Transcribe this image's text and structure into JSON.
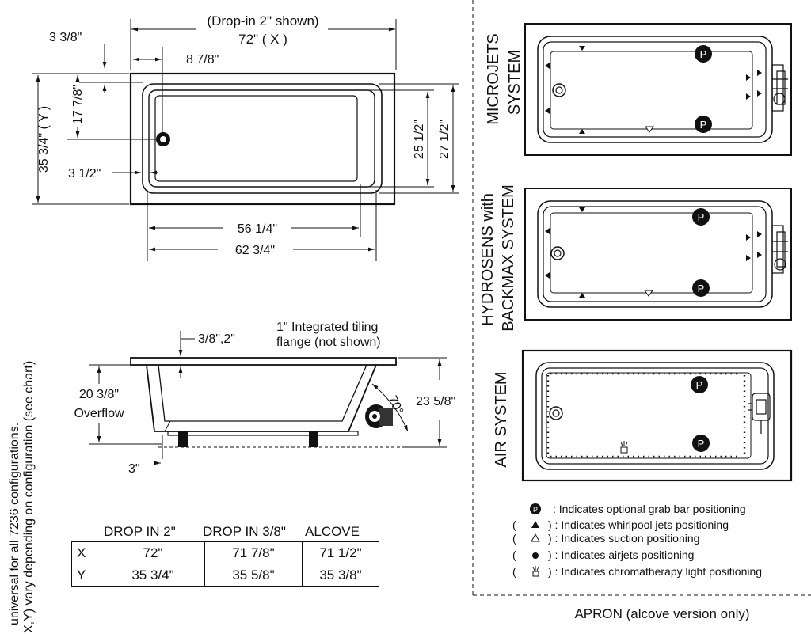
{
  "top_view": {
    "note": "(Drop-in 2\" shown)",
    "width": "72\" ( X )",
    "d_3_3_8": "3 3/8\"",
    "d_8_7_8": "8 7/8\"",
    "d_17_7_8": "17 7/8\"",
    "d_35_3_4": "35 3/4\" ( Y )",
    "d_3_1_2": "3 1/2\"",
    "d_25_1_2": "25 1/2\"",
    "d_27_1_2": "27 1/2\"",
    "d_56_1_4": "56 1/4\"",
    "d_62_3_4": "62 3/4\""
  },
  "side_view": {
    "flange_note_1": "1\" Integrated tiling",
    "flange_note_2": "flange (not shown)",
    "d_rim": "3/8\",2\"",
    "overflow_1": "20 3/8\"",
    "overflow_2": "Overflow",
    "d_height": "23 5/8\"",
    "angle": "70°",
    "d_3": "3\""
  },
  "config_table": {
    "headers": [
      "DROP IN 2\"",
      "DROP IN 3/8\"",
      "ALCOVE"
    ],
    "rows": [
      {
        "label": "X",
        "values": [
          "72\"",
          "71 7/8\"",
          "71 1/2\""
        ]
      },
      {
        "label": "Y",
        "values": [
          "35 3/4\"",
          "35 5/8\"",
          "35 3/8\""
        ]
      }
    ]
  },
  "side_note": {
    "line1": "universal for all 7236 configurations.",
    "line2": "X,Y) vary depending on configuration (see chart)"
  },
  "systems": [
    {
      "line1": "MICROJETS",
      "line2": "SYSTEM"
    },
    {
      "line1": "HYDROSENS with",
      "line2": "BACKMAX SYSTEM"
    },
    {
      "line1": "AIR SYSTEM",
      "line2": ""
    }
  ],
  "grab_symbol": "P",
  "legend": {
    "grab_bar": ": Indicates optional grab bar positioning",
    "whirlpool": ") : Indicates whirlpool jets positioning",
    "suction": ") : Indicates suction positioning",
    "airjets": ") : Indicates airjets positioning",
    "chromatherapy": ") : Indicates chromatherapy light positioning",
    "paren": "("
  },
  "apron": "APRON (alcove version only)"
}
